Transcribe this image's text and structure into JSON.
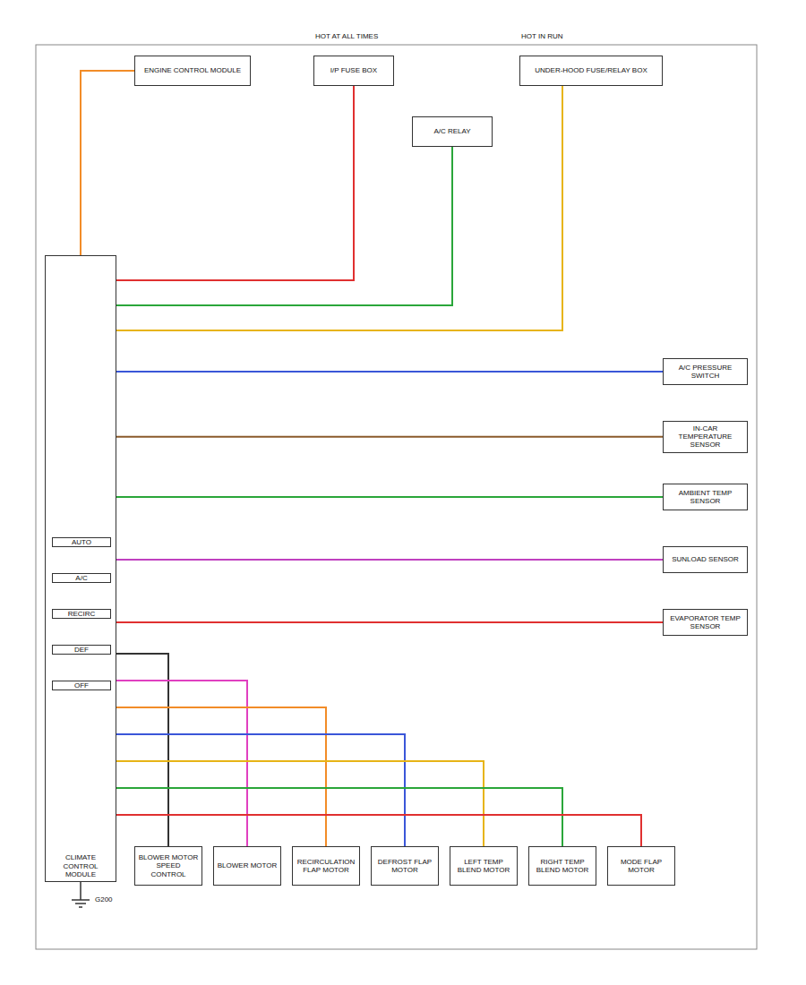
{
  "diagram": {
    "nodes": [
      {
        "text": [
          "ENGINE CONTROL MODULE"
        ]
      },
      {
        "text": [
          "I/P FUSE BOX"
        ]
      },
      {
        "text": [
          "A/C RELAY"
        ]
      },
      {
        "text": [
          "UNDER-HOOD FUSE/RELAY BOX"
        ]
      },
      {
        "text": [
          "CLIMATE CONTROL MODULE"
        ]
      },
      {
        "text": [
          "A/C PRESSURE SWITCH"
        ]
      },
      {
        "text": [
          "IN-CAR TEMPERATURE SENSOR"
        ]
      },
      {
        "text": [
          "AMBIENT TEMP SENSOR"
        ]
      },
      {
        "text": [
          "SUNLOAD SENSOR"
        ]
      },
      {
        "text": [
          "EVAPORATOR TEMP SENSOR"
        ]
      },
      {
        "text": [
          "BLOWER MOTOR SPEED CONTROL"
        ]
      },
      {
        "text": [
          "BLOWER MOTOR"
        ]
      },
      {
        "text": [
          "RECIRCULATION FLAP MOTOR"
        ]
      },
      {
        "text": [
          "DEFROST FLAP MOTOR"
        ]
      },
      {
        "text": [
          "LEFT TEMP BLEND MOTOR"
        ]
      },
      {
        "text": [
          "RIGHT TEMP BLEND MOTOR"
        ]
      },
      {
        "text": [
          "MODE FLAP MOTOR"
        ]
      }
    ],
    "edges": [
      {
        "from": 0,
        "to": 4,
        "arrow": "none"
      },
      {
        "from": 1,
        "to": 4,
        "arrow": "none"
      },
      {
        "from": 2,
        "to": 4,
        "arrow": "none"
      },
      {
        "from": 3,
        "to": 4,
        "arrow": "none"
      },
      {
        "from": 4,
        "to": 5,
        "arrow": "none"
      },
      {
        "from": 4,
        "to": 6,
        "arrow": "none"
      },
      {
        "from": 4,
        "to": 7,
        "arrow": "none"
      },
      {
        "from": 4,
        "to": 8,
        "arrow": "none"
      },
      {
        "from": 4,
        "to": 9,
        "arrow": "none"
      },
      {
        "from": 4,
        "to": 10,
        "arrow": "none"
      },
      {
        "from": 4,
        "to": 11,
        "arrow": "none"
      },
      {
        "from": 4,
        "to": 12,
        "arrow": "none"
      },
      {
        "from": 4,
        "to": 13,
        "arrow": "none"
      },
      {
        "from": 4,
        "to": 14,
        "arrow": "none"
      },
      {
        "from": 4,
        "to": 15,
        "arrow": "none"
      },
      {
        "from": 4,
        "to": 16,
        "arrow": "none"
      }
    ],
    "labels": [
      "HOT AT ALL TIMES",
      "HOT IN RUN",
      "AUTO",
      "A/C",
      "RECIRC",
      "DEF",
      "OFF",
      "G200"
    ]
  }
}
